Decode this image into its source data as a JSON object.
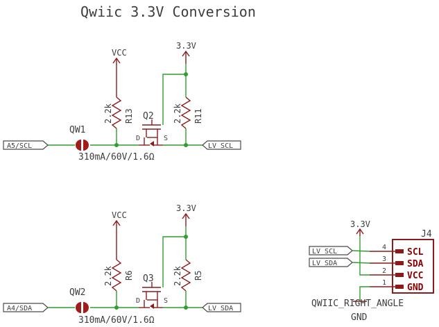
{
  "title": "Qwiic 3.3V Conversion",
  "top_circuit": {
    "input_net": "A5/SCL",
    "jumper": "QW1",
    "jumper_rating": "310mA/60V/1.6Ω",
    "left_resistor": {
      "ref": "R13",
      "value": "2.2k",
      "rail": "VCC"
    },
    "right_resistor": {
      "ref": "R11",
      "value": "2.2k",
      "rail": "3.3V"
    },
    "fet": {
      "ref": "Q2",
      "drain": "D",
      "source": "S"
    },
    "output_net": "LV_SCL"
  },
  "bottom_circuit": {
    "input_net": "A4/SDA",
    "jumper": "QW2",
    "jumper_rating": "310mA/60V/1.6Ω",
    "left_resistor": {
      "ref": "R6",
      "value": "2.2k",
      "rail": "VCC"
    },
    "right_resistor": {
      "ref": "R5",
      "value": "2.2k",
      "rail": "3.3V"
    },
    "fet": {
      "ref": "Q3",
      "drain": "D",
      "source": "S"
    },
    "output_net": "LV_SDA"
  },
  "connector": {
    "ref": "J4",
    "rail": "3.3V",
    "part_name": "QWIIC_RIGHT_ANGLE",
    "ground": "GND",
    "net_scl": "LV_SCL",
    "net_sda": "LV_SDA",
    "pins": [
      {
        "num": "4",
        "name": "SCL"
      },
      {
        "num": "3",
        "name": "SDA"
      },
      {
        "num": "2",
        "name": "VCC"
      },
      {
        "num": "1",
        "name": "GND"
      }
    ]
  }
}
